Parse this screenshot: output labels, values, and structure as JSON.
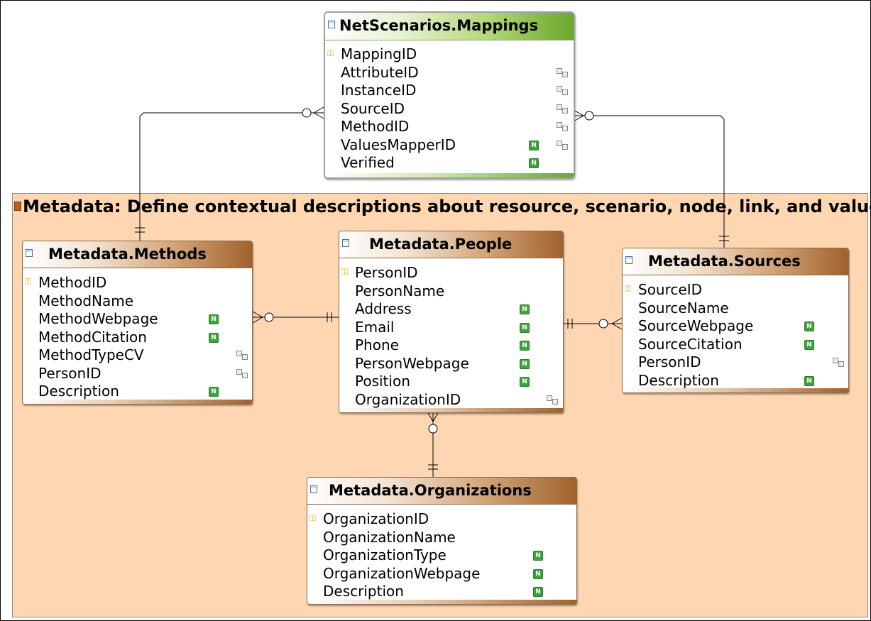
{
  "group": {
    "title": "Metadata: Define contextual descriptions about resource, scenario, node, link, and values"
  },
  "colors": {
    "group_background": "#fed7b2",
    "metadata_header": "#a0622c",
    "netscenarios_header": "#6aa82c",
    "primary_key": "#e0a800",
    "nullable_badge": "#3fa33f"
  },
  "badge_label": "N",
  "entities": {
    "mappings": {
      "title": "NetScenarios.Mappings",
      "fields": [
        {
          "name": "MappingID",
          "pk": true,
          "nullable": false,
          "fk": false
        },
        {
          "name": "AttributeID",
          "pk": false,
          "nullable": false,
          "fk": true
        },
        {
          "name": "InstanceID",
          "pk": false,
          "nullable": false,
          "fk": true
        },
        {
          "name": "SourceID",
          "pk": false,
          "nullable": false,
          "fk": true
        },
        {
          "name": "MethodID",
          "pk": false,
          "nullable": false,
          "fk": true
        },
        {
          "name": "ValuesMapperID",
          "pk": false,
          "nullable": true,
          "fk": true
        },
        {
          "name": "Verified",
          "pk": false,
          "nullable": true,
          "fk": false
        }
      ]
    },
    "methods": {
      "title": "Metadata.Methods",
      "fields": [
        {
          "name": "MethodID",
          "pk": true,
          "nullable": false,
          "fk": false
        },
        {
          "name": "MethodName",
          "pk": false,
          "nullable": false,
          "fk": false
        },
        {
          "name": "MethodWebpage",
          "pk": false,
          "nullable": true,
          "fk": false
        },
        {
          "name": "MethodCitation",
          "pk": false,
          "nullable": true,
          "fk": false
        },
        {
          "name": "MethodTypeCV",
          "pk": false,
          "nullable": false,
          "fk": true
        },
        {
          "name": "PersonID",
          "pk": false,
          "nullable": false,
          "fk": true
        },
        {
          "name": "Description",
          "pk": false,
          "nullable": true,
          "fk": false
        }
      ]
    },
    "people": {
      "title": "Metadata.People",
      "fields": [
        {
          "name": "PersonID",
          "pk": true,
          "nullable": false,
          "fk": false
        },
        {
          "name": "PersonName",
          "pk": false,
          "nullable": false,
          "fk": false
        },
        {
          "name": "Address",
          "pk": false,
          "nullable": true,
          "fk": false
        },
        {
          "name": "Email",
          "pk": false,
          "nullable": true,
          "fk": false
        },
        {
          "name": "Phone",
          "pk": false,
          "nullable": true,
          "fk": false
        },
        {
          "name": "PersonWebpage",
          "pk": false,
          "nullable": true,
          "fk": false
        },
        {
          "name": "Position",
          "pk": false,
          "nullable": true,
          "fk": false
        },
        {
          "name": "OrganizationID",
          "pk": false,
          "nullable": false,
          "fk": true
        }
      ]
    },
    "sources": {
      "title": "Metadata.Sources",
      "fields": [
        {
          "name": "SourceID",
          "pk": true,
          "nullable": false,
          "fk": false
        },
        {
          "name": "SourceName",
          "pk": false,
          "nullable": false,
          "fk": false
        },
        {
          "name": "SourceWebpage",
          "pk": false,
          "nullable": true,
          "fk": false
        },
        {
          "name": "SourceCitation",
          "pk": false,
          "nullable": true,
          "fk": false
        },
        {
          "name": "PersonID",
          "pk": false,
          "nullable": false,
          "fk": true
        },
        {
          "name": "Description",
          "pk": false,
          "nullable": true,
          "fk": false
        }
      ]
    },
    "organizations": {
      "title": "Metadata.Organizations",
      "fields": [
        {
          "name": "OrganizationID",
          "pk": true,
          "nullable": false,
          "fk": false
        },
        {
          "name": "OrganizationName",
          "pk": false,
          "nullable": false,
          "fk": false
        },
        {
          "name": "OrganizationType",
          "pk": false,
          "nullable": true,
          "fk": false
        },
        {
          "name": "OrganizationWebpage",
          "pk": false,
          "nullable": true,
          "fk": false
        },
        {
          "name": "Description",
          "pk": false,
          "nullable": true,
          "fk": false
        }
      ]
    }
  }
}
